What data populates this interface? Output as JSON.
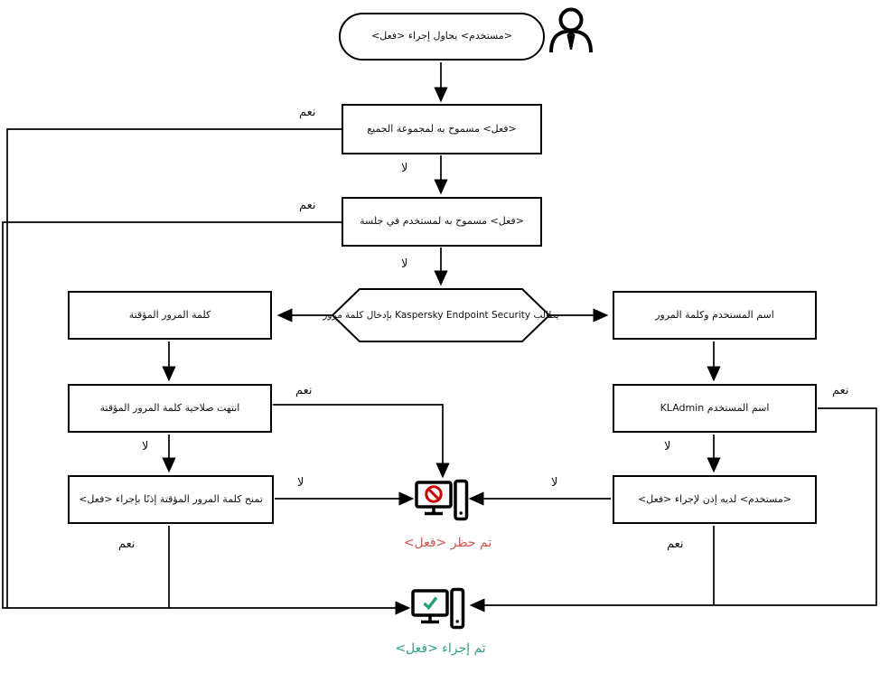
{
  "flowchart": {
    "start_label": "<مستخدم> يحاول إجراء <فعل>",
    "boxes": {
      "action_allowed_everyone": "<فعل> مسموح به لمجموعة الجميع",
      "action_allowed_session": "<فعل> مسموح به لمستخدم في جلسة",
      "password_prompt": "يطالب Kaspersky Endpoint Security بإدخال كلمة مرور",
      "temporary_password": "كلمة المرور المؤقتة",
      "username_and_password": "اسم المستخدم وكلمة المرور",
      "temp_password_expired": "انتهت صلاحية كلمة المرور المؤقتة",
      "username_kladmin": "اسم المستخدم KLAdmin",
      "temp_password_grants_permission": "تمنح كلمة المرور المؤقتة إذنًا بإجراء <فعل>",
      "user_has_permission": "<مستخدم> لديه إذن لإجراء <فعل>"
    },
    "labels": {
      "yes": "نعم",
      "no": "لا"
    },
    "results": {
      "blocked_label": "تم حظر <فعل>",
      "performed_label": "تم إجراء <فعل>"
    },
    "colors": {
      "line": "#000000",
      "blocked_sign": "#cc0000",
      "blocked_text": "#d65450",
      "check_mark": "#21a173",
      "performed_text": "#2aa18a"
    }
  }
}
